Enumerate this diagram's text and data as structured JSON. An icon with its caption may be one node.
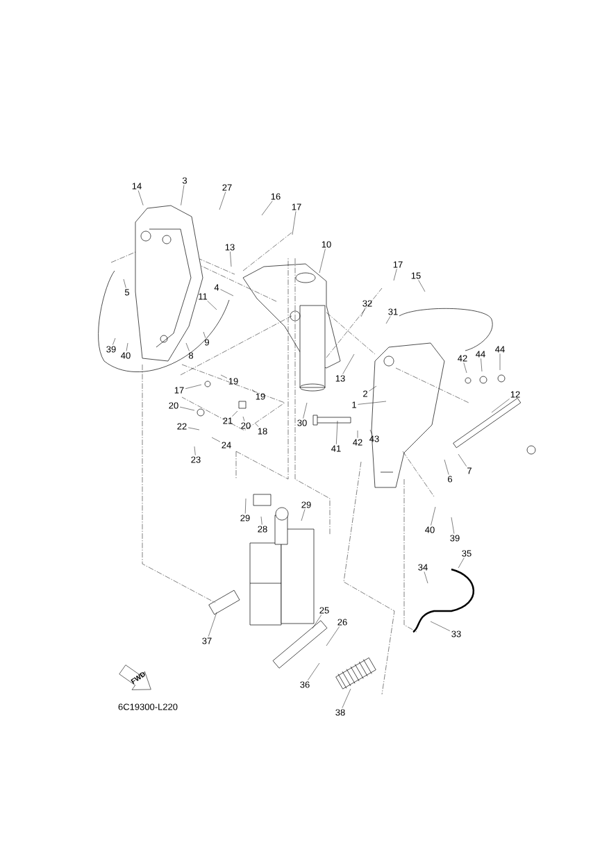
{
  "diagram": {
    "nodes": [
      {
        "text": [
          "14"
        ]
      },
      {
        "text": [
          "3"
        ]
      },
      {
        "text": [
          "27"
        ]
      },
      {
        "text": [
          "16"
        ]
      },
      {
        "text": [
          "17"
        ]
      },
      {
        "text": [
          "13"
        ]
      },
      {
        "text": [
          "10"
        ]
      },
      {
        "text": [
          "4"
        ]
      },
      {
        "text": [
          "5"
        ]
      },
      {
        "text": [
          "11"
        ]
      },
      {
        "text": [
          "9"
        ]
      },
      {
        "text": [
          "8"
        ]
      },
      {
        "text": [
          "39"
        ]
      },
      {
        "text": [
          "40"
        ]
      },
      {
        "text": [
          "17"
        ]
      },
      {
        "text": [
          "15"
        ]
      },
      {
        "text": [
          "32"
        ]
      },
      {
        "text": [
          "31"
        ]
      },
      {
        "text": [
          "13"
        ]
      },
      {
        "text": [
          "42"
        ]
      },
      {
        "text": [
          "44"
        ]
      },
      {
        "text": [
          "44"
        ]
      },
      {
        "text": [
          "12"
        ]
      },
      {
        "text": [
          "2"
        ]
      },
      {
        "text": [
          "1"
        ]
      },
      {
        "text": [
          "19"
        ]
      },
      {
        "text": [
          "19"
        ]
      },
      {
        "text": [
          "17"
        ]
      },
      {
        "text": [
          "20"
        ]
      },
      {
        "text": [
          "21"
        ]
      },
      {
        "text": [
          "20"
        ]
      },
      {
        "text": [
          "18"
        ]
      },
      {
        "text": [
          "22"
        ]
      },
      {
        "text": [
          "23"
        ]
      },
      {
        "text": [
          "24"
        ]
      },
      {
        "text": [
          "30"
        ]
      },
      {
        "text": [
          "41"
        ]
      },
      {
        "text": [
          "42"
        ]
      },
      {
        "text": [
          "43"
        ]
      },
      {
        "text": [
          "6"
        ]
      },
      {
        "text": [
          "7"
        ]
      },
      {
        "text": [
          "29"
        ]
      },
      {
        "text": [
          "28"
        ]
      },
      {
        "text": [
          "29"
        ]
      },
      {
        "text": [
          "40"
        ]
      },
      {
        "text": [
          "39"
        ]
      },
      {
        "text": [
          "35"
        ]
      },
      {
        "text": [
          "34"
        ]
      },
      {
        "text": [
          "33"
        ]
      },
      {
        "text": [
          "25"
        ]
      },
      {
        "text": [
          "26"
        ]
      },
      {
        "text": [
          "37"
        ]
      },
      {
        "text": [
          "36"
        ]
      },
      {
        "text": [
          "38"
        ]
      },
      {
        "text": [],
        "shape": "picture"
      }
    ],
    "edges": [
      {
        "from": 0,
        "to": 54,
        "arrow": "none"
      },
      {
        "from": 1,
        "to": 54,
        "arrow": "none"
      },
      {
        "from": 2,
        "to": null,
        "arrow": "none"
      },
      {
        "from": 3,
        "to": null,
        "arrow": "none"
      },
      {
        "from": 4,
        "to": null,
        "arrow": "none"
      },
      {
        "from": 5,
        "to": null,
        "arrow": "none"
      },
      {
        "from": 6,
        "to": null,
        "arrow": "none"
      },
      {
        "from": 7,
        "to": null,
        "arrow": "none"
      },
      {
        "from": 8,
        "to": null,
        "arrow": "none"
      },
      {
        "from": 9,
        "to": null,
        "arrow": "none"
      },
      {
        "from": 10,
        "to": null,
        "arrow": "none"
      },
      {
        "from": 11,
        "to": null,
        "arrow": "none"
      },
      {
        "from": 12,
        "to": null,
        "arrow": "none"
      },
      {
        "from": 13,
        "to": null,
        "arrow": "none"
      },
      {
        "from": 14,
        "to": null,
        "arrow": "none"
      },
      {
        "from": 15,
        "to": null,
        "arrow": "none"
      },
      {
        "from": 16,
        "to": null,
        "arrow": "none"
      },
      {
        "from": 17,
        "to": null,
        "arrow": "none"
      },
      {
        "from": 18,
        "to": null,
        "arrow": "none"
      },
      {
        "from": 19,
        "to": null,
        "arrow": "none"
      },
      {
        "from": 20,
        "to": null,
        "arrow": "none"
      },
      {
        "from": 21,
        "to": null,
        "arrow": "none"
      },
      {
        "from": 22,
        "to": null,
        "arrow": "none"
      },
      {
        "from": 23,
        "to": null,
        "arrow": "none"
      },
      {
        "from": 24,
        "to": null,
        "arrow": "none"
      },
      {
        "from": 25,
        "to": null,
        "arrow": "none"
      },
      {
        "from": 26,
        "to": null,
        "arrow": "none"
      },
      {
        "from": 27,
        "to": null,
        "arrow": "none"
      },
      {
        "from": 28,
        "to": null,
        "arrow": "none"
      },
      {
        "from": 29,
        "to": null,
        "arrow": "none"
      },
      {
        "from": 30,
        "to": null,
        "arrow": "none"
      },
      {
        "from": 31,
        "to": null,
        "arrow": "none"
      },
      {
        "from": 32,
        "to": null,
        "arrow": "none"
      },
      {
        "from": 33,
        "to": null,
        "arrow": "none"
      },
      {
        "from": 34,
        "to": null,
        "arrow": "none"
      },
      {
        "from": 35,
        "to": null,
        "arrow": "none"
      },
      {
        "from": 36,
        "to": null,
        "arrow": "none"
      },
      {
        "from": 37,
        "to": null,
        "arrow": "none"
      },
      {
        "from": 38,
        "to": null,
        "arrow": "none"
      },
      {
        "from": 39,
        "to": null,
        "arrow": "none"
      },
      {
        "from": 40,
        "to": null,
        "arrow": "none"
      },
      {
        "from": 41,
        "to": null,
        "arrow": "none"
      },
      {
        "from": 42,
        "to": null,
        "arrow": "none"
      },
      {
        "from": 43,
        "to": null,
        "arrow": "none"
      },
      {
        "from": 44,
        "to": null,
        "arrow": "none"
      },
      {
        "from": 45,
        "to": null,
        "arrow": "none"
      },
      {
        "from": 46,
        "to": null,
        "arrow": "none"
      },
      {
        "from": 47,
        "to": null,
        "arrow": "none"
      },
      {
        "from": 48,
        "to": null,
        "arrow": "none"
      },
      {
        "from": 49,
        "to": null,
        "arrow": "none"
      },
      {
        "from": 50,
        "to": null,
        "arrow": "none"
      },
      {
        "from": 51,
        "to": null,
        "arrow": "none"
      },
      {
        "from": 52,
        "to": null,
        "arrow": "none"
      },
      {
        "from": 53,
        "to": null,
        "arrow": "none"
      }
    ],
    "labels": [
      "FWD",
      "6C19300-L220"
    ]
  }
}
